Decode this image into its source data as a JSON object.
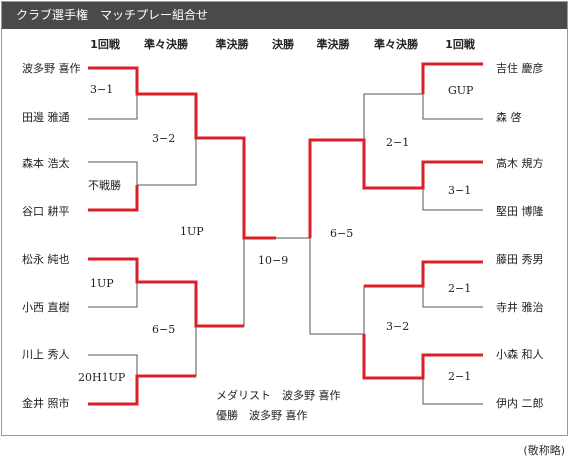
{
  "title": "クラブ選手権　マッチプレー組合せ",
  "note": "(敬称略)",
  "rounds": [
    "1回戦",
    "準々決勝",
    "準決勝",
    "決勝",
    "準決勝",
    "準々決勝",
    "1回戦"
  ],
  "left_players": [
    "波多野 喜作",
    "田邊 雅通",
    "森本 浩太",
    "谷口 耕平",
    "松永 純也",
    "小西 直樹",
    "川上 秀人",
    "金井 照市"
  ],
  "right_players": [
    "吉住 慶彦",
    "森 啓",
    "高木 規方",
    "堅田 博隆",
    "藤田 秀男",
    "寺井 雅治",
    "小森 和人",
    "伊内 二郎"
  ],
  "scores": {
    "L_r1_1": "3−1",
    "L_r1_2": "不戦勝",
    "L_r1_3": "1UP",
    "L_r1_4": "20H1UP",
    "L_qf_1": "3−2",
    "L_qf_2": "6−5",
    "L_sf": "1UP",
    "final": "10−9",
    "R_sf": "6−5",
    "R_qf_1": "2−1",
    "R_qf_2": "3−2",
    "R_r1_1": "GUP",
    "R_r1_2": "3−1",
    "R_r1_3": "2−1",
    "R_r1_4": "2−1"
  },
  "footer": {
    "medalist": "メダリスト　波多野 喜作",
    "champion": "優勝　波多野 喜作"
  },
  "colors": {
    "winner": "#d8202a",
    "line": "#555555",
    "titlebar": "#4a4a4a"
  }
}
